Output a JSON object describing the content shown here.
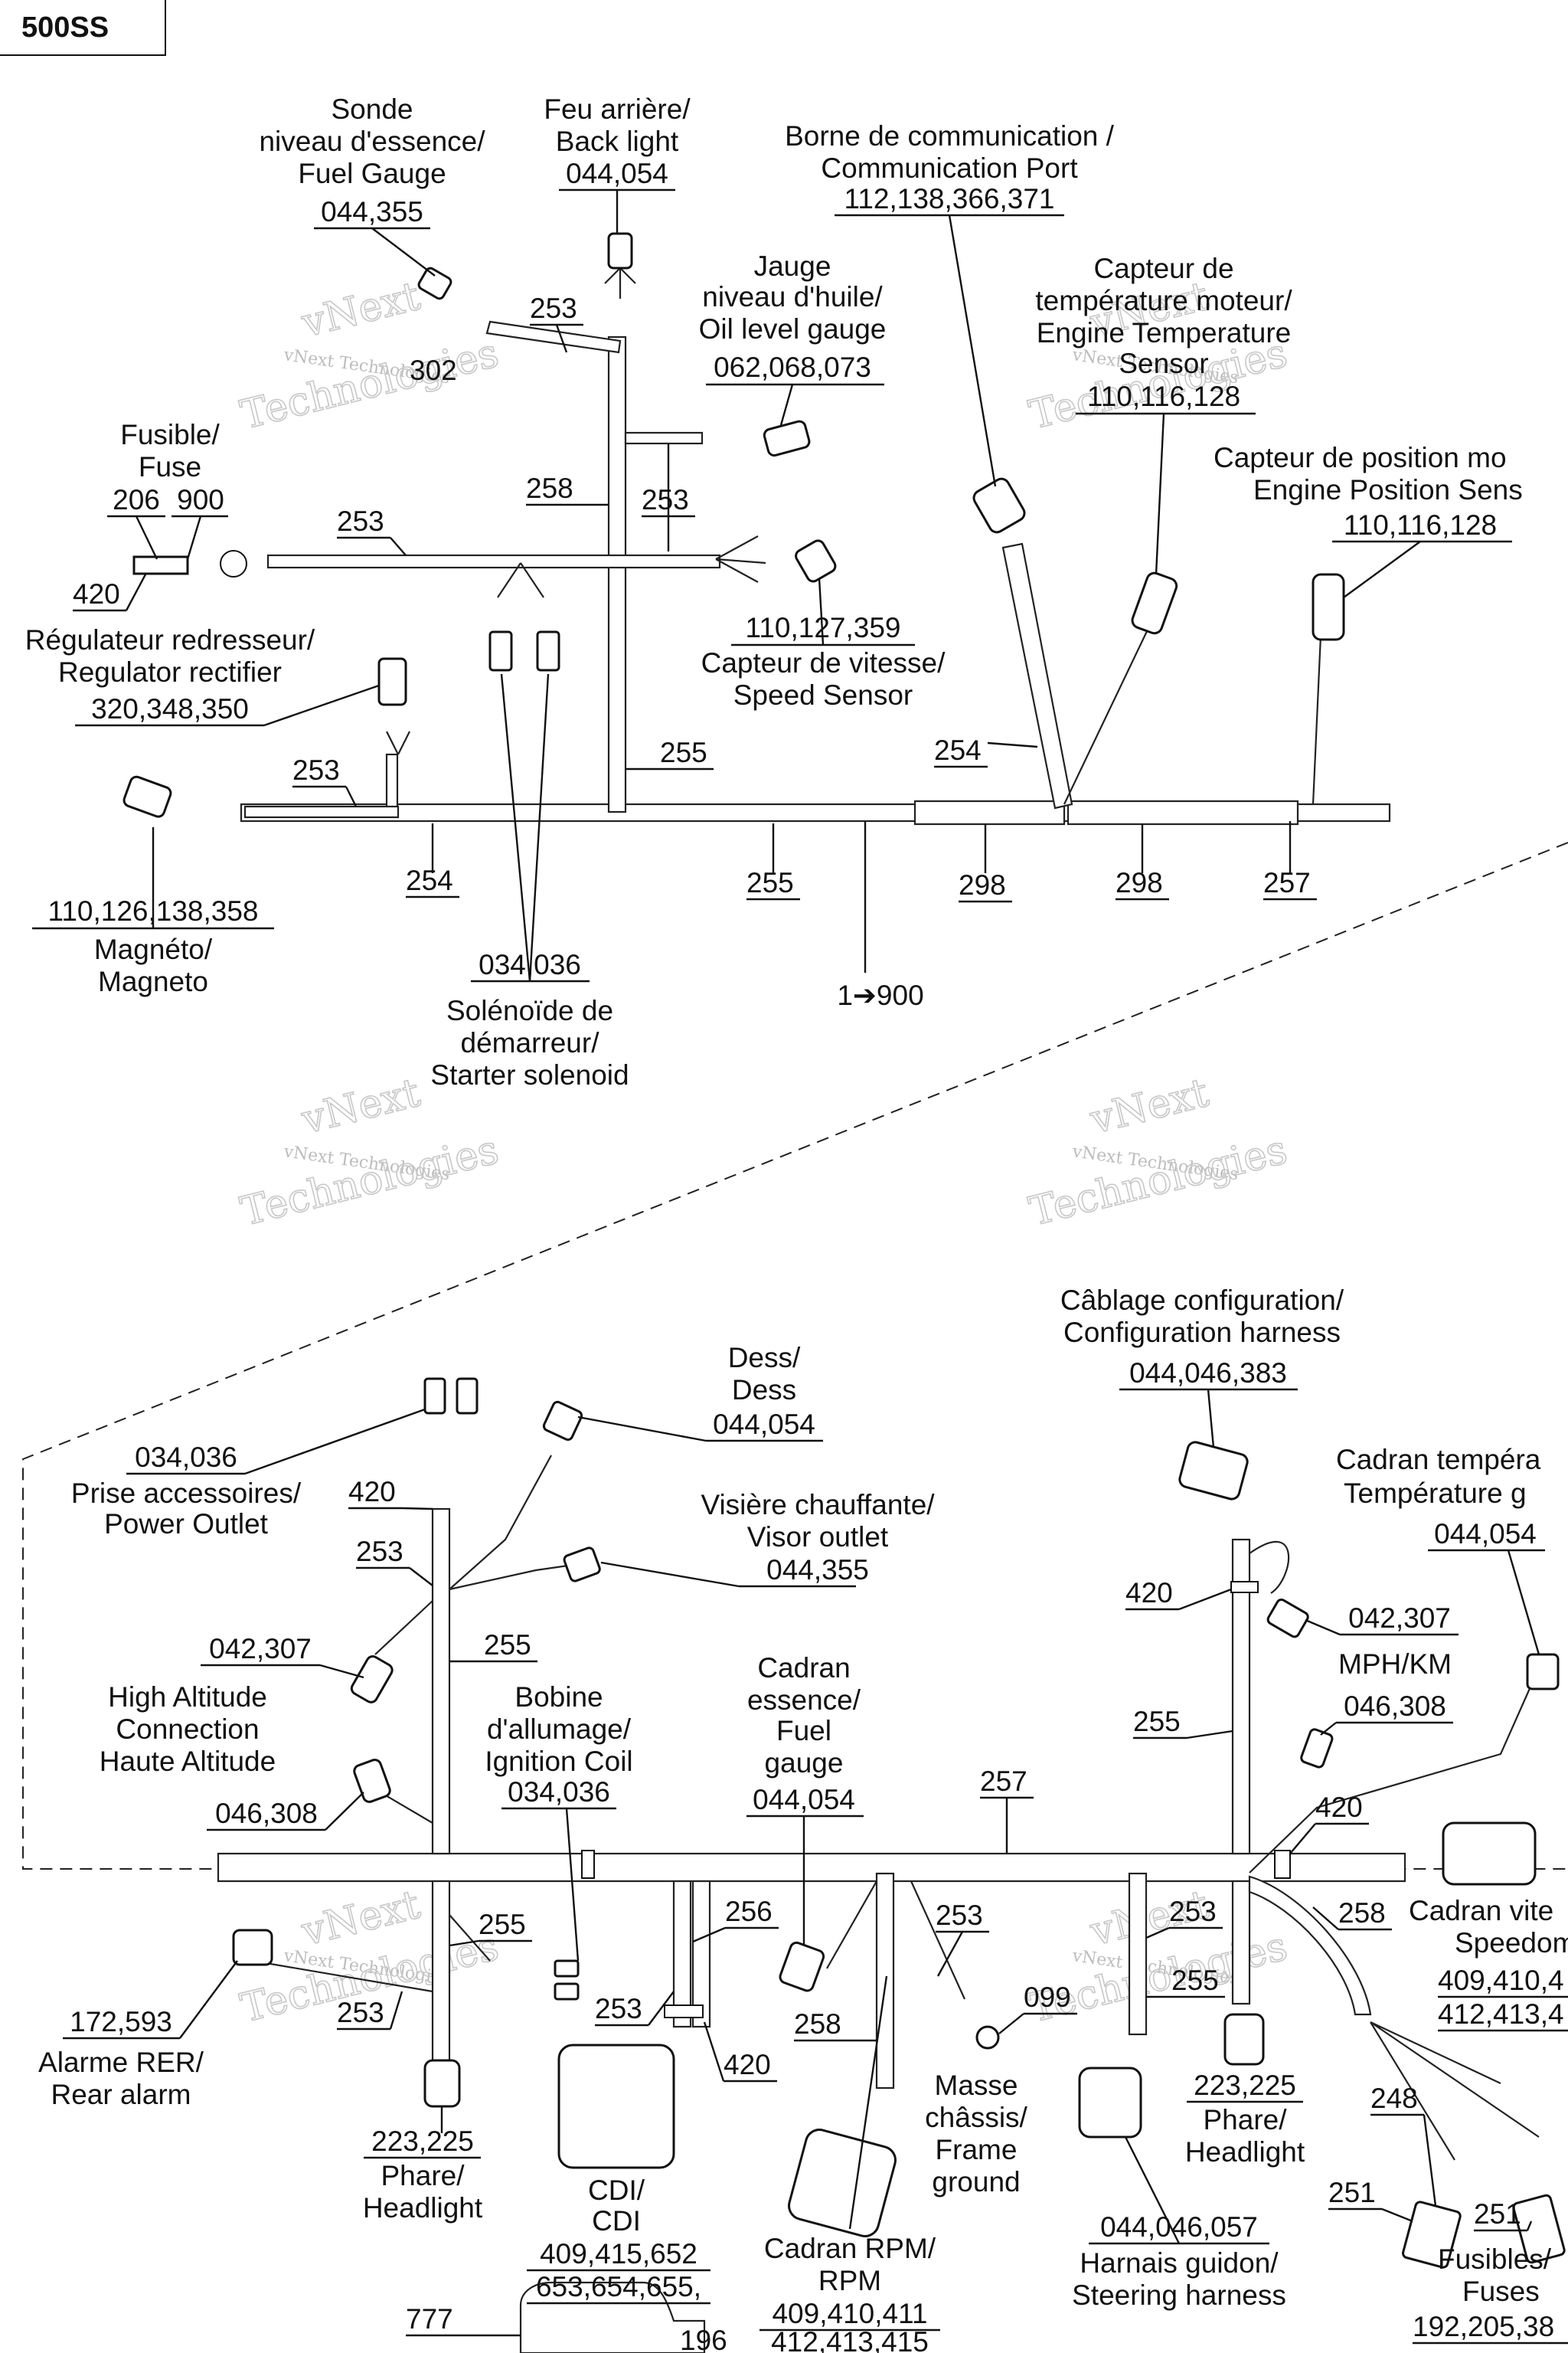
{
  "model_badge": "500SS",
  "watermark": {
    "line1": "vNext",
    "line2": "Technologies",
    "line3": "vNext Technologies"
  },
  "labels": {
    "fuel_gauge_sensor": [
      "Sonde",
      "niveau d'essence/",
      "Fuel Gauge",
      "044,355"
    ],
    "back_light": [
      "Feu arrière/",
      "Back light",
      "044,054"
    ],
    "comm_port": [
      "Borne de communication /",
      "Communication Port",
      "112,138,366,371"
    ],
    "oil_level": [
      "Jauge",
      "niveau d'huile/",
      "Oil level gauge",
      "062,068,073"
    ],
    "engine_temp": [
      "Capteur de",
      "température moteur/",
      "Engine Temperature",
      "Sensor",
      "110,116,128"
    ],
    "engine_pos": [
      "Capteur de position mo",
      "Engine Position Sens",
      "110,116,128"
    ],
    "fuse": [
      "Fusible/",
      "Fuse",
      "206",
      "900"
    ],
    "speed_sensor": [
      "110,127,359",
      "Capteur de vitesse/",
      "Speed Sensor"
    ],
    "regulator": [
      "Régulateur redresseur/",
      "Regulator rectifier",
      "320,348,350"
    ],
    "magneto": [
      "110,126,138,358",
      "Magnéto/",
      "Magneto"
    ],
    "starter": [
      "034,036",
      "Solénoïde de",
      "démarreur/",
      "Starter solenoid"
    ],
    "continue_ref": "1➔900",
    "config_harness": [
      "Câblage configuration/",
      "Configuration harness",
      "044,046,383"
    ],
    "dess": [
      "Dess/",
      "Dess",
      "044,054"
    ],
    "power_outlet": [
      "034,036",
      "Prise accessoires/",
      "Power Outlet"
    ],
    "visor": [
      "Visière chauffante/",
      "Visor outlet",
      "044,355"
    ],
    "high_alt": [
      "042,307",
      "High Altitude",
      "Connection",
      "Haute Altitude"
    ],
    "ignition": [
      "Bobine",
      "d'allumage/",
      "Ignition Coil",
      "034,036"
    ],
    "fuel_gauge_dial": [
      "Cadran",
      "essence/",
      "Fuel",
      "gauge",
      "044,054"
    ],
    "temp_dial": [
      "Cadran tempéra",
      "Température g",
      "044,054"
    ],
    "mph": [
      "042,307",
      "MPH/KM",
      "046,308"
    ],
    "speedo": [
      "Cadran vite",
      "Speedom",
      "409,410,4",
      "412,413,4"
    ],
    "rear_alarm": [
      "172,593",
      "Alarme RER/",
      "Rear alarm"
    ],
    "headlight_left": [
      "223,225",
      "Phare/",
      "Headlight"
    ],
    "cdi": [
      "CDI/",
      "CDI",
      "409,415,652",
      "653,654,655,"
    ],
    "frame_ground": [
      "Masse",
      "châssis/",
      "Frame",
      "ground"
    ],
    "rpm": [
      "Cadran RPM/",
      "RPM",
      "409,410,411",
      "412,413,415"
    ],
    "headlight_right": [
      "223,225",
      "Phare/",
      "Headlight"
    ],
    "steering": [
      "044,046,057",
      "Harnais guidon/",
      "Steering harness"
    ],
    "fuses": [
      "Fusibles/",
      "Fuses",
      "192,205,38"
    ],
    "misc_046_308_left": "046,308",
    "item_777": "777",
    "item_196": "196"
  },
  "part_numbers": {
    "n302": "302",
    "n253": "253",
    "n258": "258",
    "n255": "255",
    "n254": "254",
    "n298": "298",
    "n257": "257",
    "n420": "420",
    "n256": "256",
    "n099": "099",
    "n248": "248",
    "n251": "251"
  }
}
